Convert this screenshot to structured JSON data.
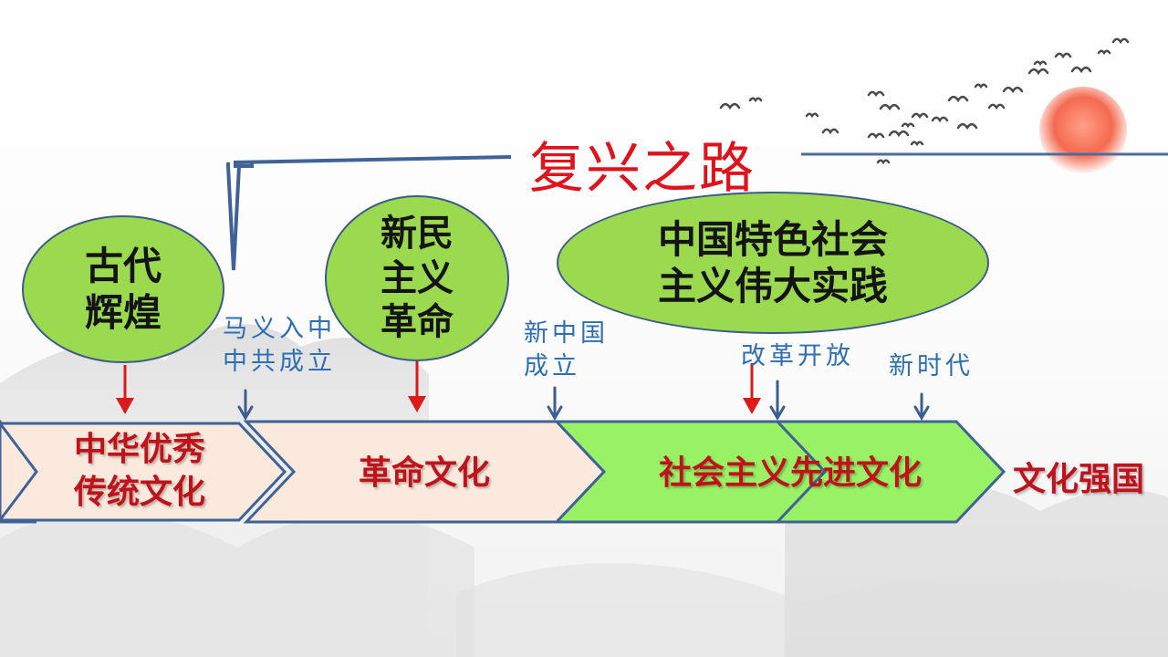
{
  "title": "复兴之路",
  "stages": [
    {
      "label": "古代\n辉煌"
    },
    {
      "label": "新民\n主义\n革命"
    },
    {
      "label": "中国特色社会\n主义伟大实践"
    }
  ],
  "events": [
    {
      "label": "马义入中\n中共成立"
    },
    {
      "label": "新中国\n成立"
    },
    {
      "label": "改革开放"
    },
    {
      "label": "新时代"
    }
  ],
  "segments": [
    {
      "label": "中华优秀\n传统文化"
    },
    {
      "label": "革命文化"
    },
    {
      "label": "社会主义先进文化"
    }
  ],
  "goal": "文化强国",
  "colors": {
    "stage_fill": "#9bd94f",
    "stage_border": "#3c5a8c",
    "segment_beige": "#fae9dc",
    "segment_green": "#99f266",
    "title_red": "#e0121b",
    "label_blue": "#2e6fb4",
    "arrow_red": "#dd1a1a",
    "arrow_blue": "#3b5d8f"
  },
  "icons": [
    "flying-birds-icon",
    "red-sun-icon",
    "ink-mountains-icon"
  ]
}
